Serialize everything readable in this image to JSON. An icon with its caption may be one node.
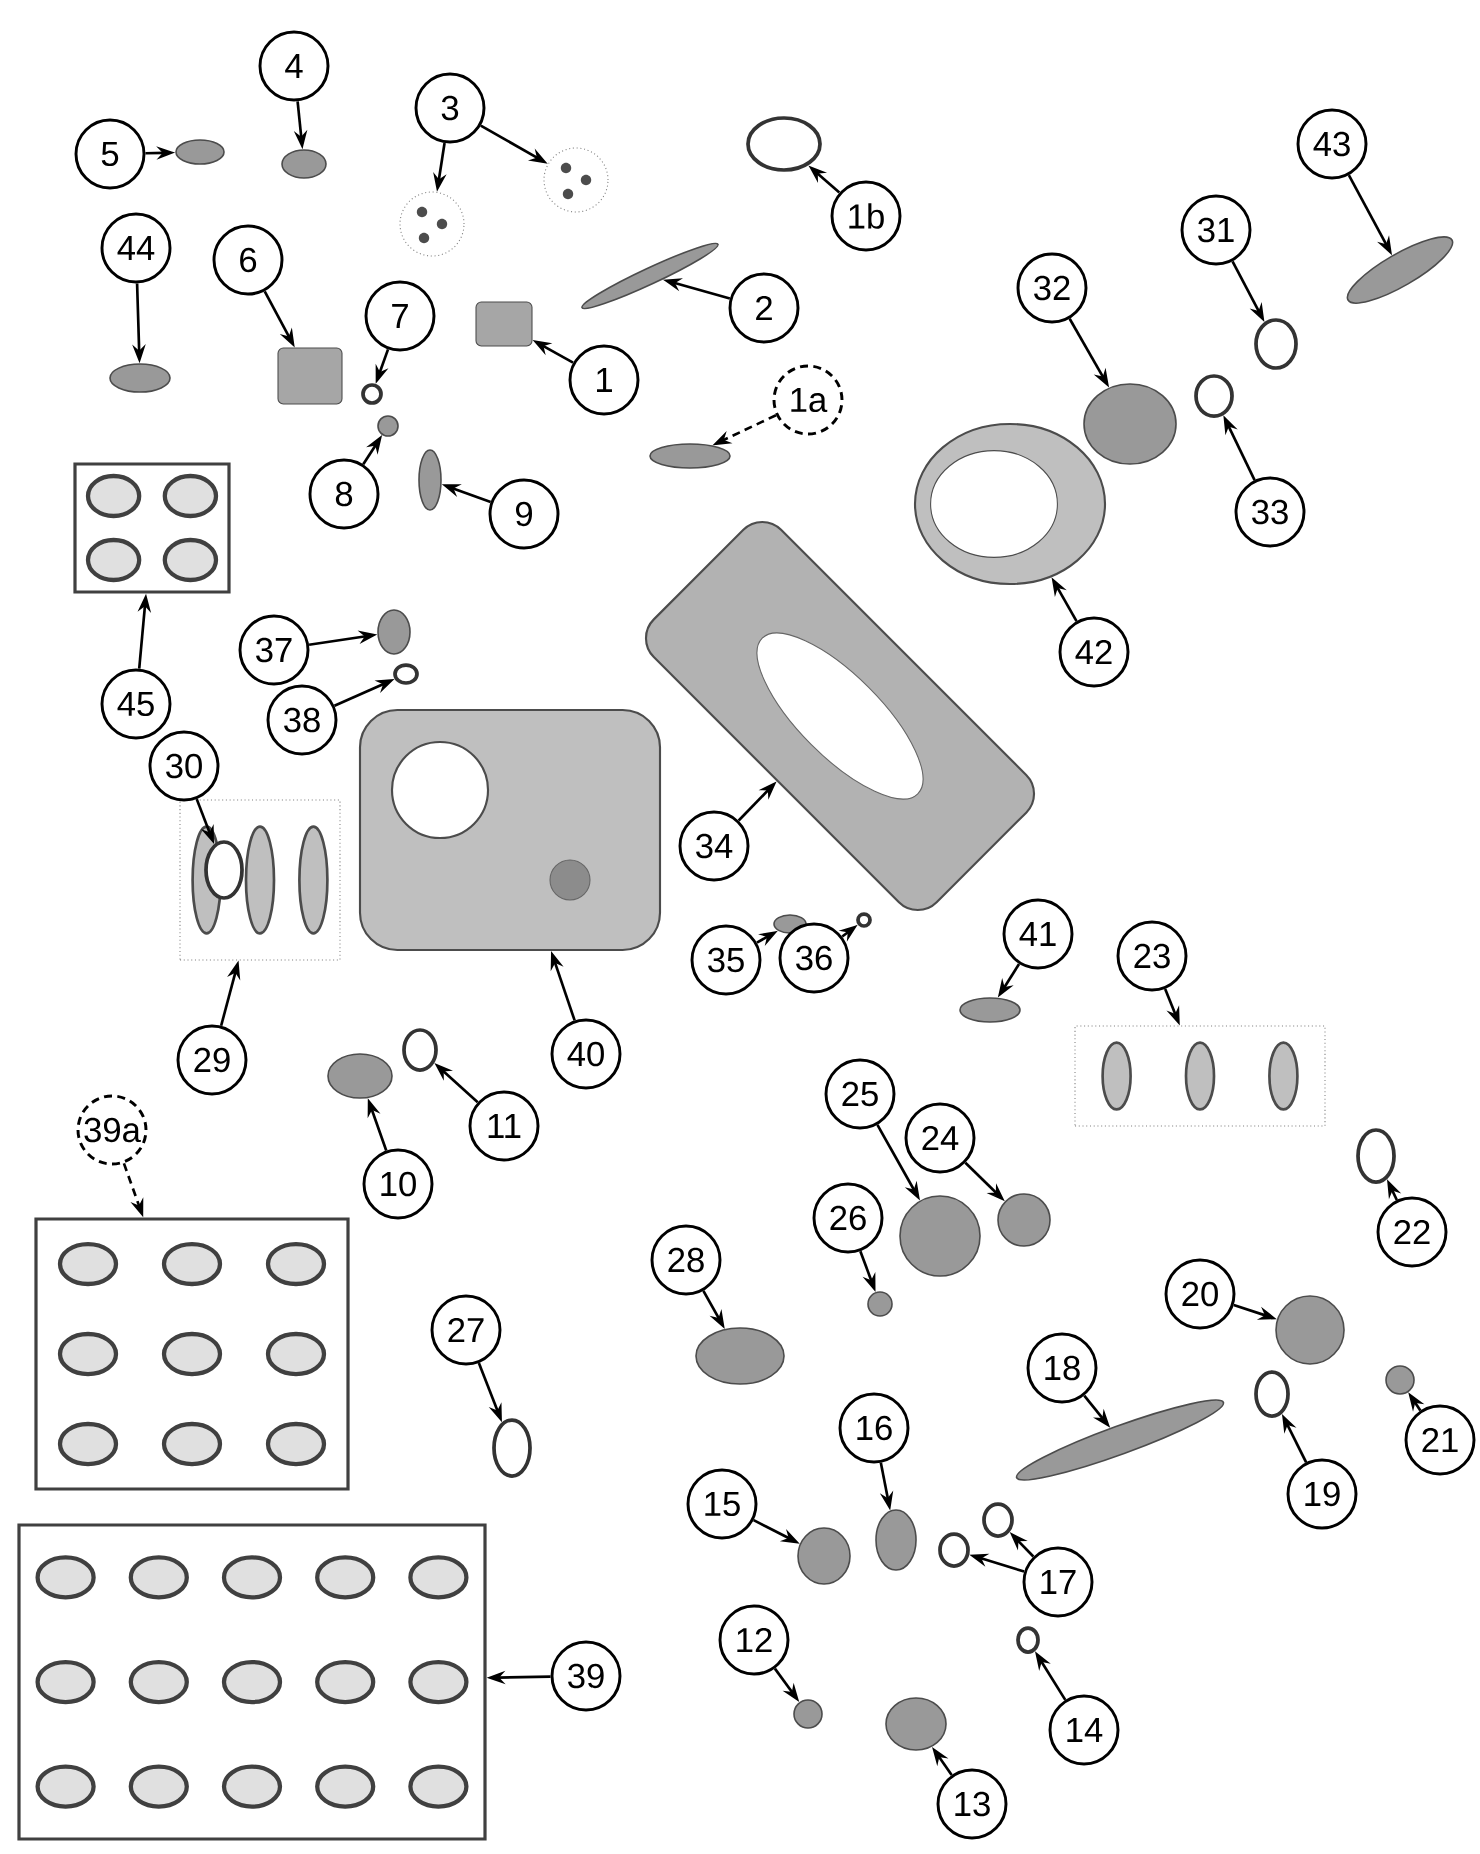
{
  "diagram": {
    "nodes": [
      {
        "text": [
          "4"
        ]
      },
      {
        "text": [],
        "shape": "circle"
      },
      {
        "text": [
          "5"
        ]
      },
      {
        "text": [],
        "shape": "circle"
      },
      {
        "text": [
          "3"
        ]
      },
      {
        "text": [],
        "shape": "picture"
      },
      {
        "text": [],
        "shape": "picture"
      },
      {
        "text": [
          "44"
        ]
      },
      {
        "text": [],
        "shape": "circle"
      },
      {
        "text": [
          "6"
        ]
      },
      {
        "text": [],
        "shape": "box"
      },
      {
        "text": [
          "1b"
        ]
      },
      {
        "text": [],
        "shape": "circle"
      },
      {
        "text": [
          "43"
        ]
      },
      {
        "text": [],
        "shape": "circle"
      },
      {
        "text": [
          "2"
        ]
      },
      {
        "text": [],
        "shape": "circle"
      },
      {
        "text": [
          "7"
        ]
      },
      {
        "text": [],
        "shape": "circle"
      },
      {
        "text": [
          "1"
        ]
      },
      {
        "text": [],
        "shape": "box"
      },
      {
        "text": [
          "31"
        ]
      },
      {
        "text": [],
        "shape": "circle"
      },
      {
        "text": [
          "32"
        ]
      },
      {
        "text": [],
        "shape": "circle"
      },
      {
        "text": [
          "1a"
        ]
      },
      {
        "text": [],
        "shape": "circle"
      },
      {
        "text": [
          "8"
        ]
      },
      {
        "text": [],
        "shape": "circle"
      },
      {
        "text": [
          "9"
        ]
      },
      {
        "text": [],
        "shape": "circle"
      },
      {
        "text": [
          "33"
        ]
      },
      {
        "text": [],
        "shape": "circle"
      },
      {
        "text": [
          "45"
        ]
      },
      {
        "text": [],
        "shape": "picture"
      },
      {
        "text": [
          "37"
        ]
      },
      {
        "text": [],
        "shape": "circle"
      },
      {
        "text": [
          "38"
        ]
      },
      {
        "text": [],
        "shape": "circle"
      },
      {
        "text": [
          "42"
        ]
      },
      {
        "text": [],
        "shape": "picture"
      },
      {
        "text": [
          "29"
        ]
      },
      {
        "text": [],
        "shape": "picture"
      },
      {
        "text": [
          "30"
        ]
      },
      {
        "text": [],
        "shape": "circle",
        "in": 42
      },
      {
        "text": [
          "34"
        ]
      },
      {
        "text": [],
        "shape": "picture"
      },
      {
        "text": [
          "40"
        ]
      },
      {
        "text": [],
        "shape": "picture"
      },
      {
        "text": [
          "35"
        ]
      },
      {
        "text": [],
        "shape": "circle"
      },
      {
        "text": [
          "36"
        ]
      },
      {
        "text": [],
        "shape": "circle"
      },
      {
        "text": [
          "41"
        ]
      },
      {
        "text": [],
        "shape": "circle"
      },
      {
        "text": [
          "23"
        ]
      },
      {
        "text": [],
        "shape": "picture"
      },
      {
        "text": [
          "10"
        ]
      },
      {
        "text": [],
        "shape": "circle"
      },
      {
        "text": [
          "11"
        ]
      },
      {
        "text": [],
        "shape": "circle"
      },
      {
        "text": [
          "39a"
        ]
      },
      {
        "text": [],
        "shape": "picture"
      },
      {
        "text": [
          "25"
        ]
      },
      {
        "text": [],
        "shape": "circle"
      },
      {
        "text": [
          "24"
        ]
      },
      {
        "text": [],
        "shape": "circle"
      },
      {
        "text": [
          "22"
        ]
      },
      {
        "text": [],
        "shape": "circle"
      },
      {
        "text": [
          "26"
        ]
      },
      {
        "text": [],
        "shape": "circle"
      },
      {
        "text": [
          "28"
        ]
      },
      {
        "text": [],
        "shape": "circle"
      },
      {
        "text": [
          "20"
        ]
      },
      {
        "text": [],
        "shape": "circle"
      },
      {
        "text": [
          "27"
        ]
      },
      {
        "text": [],
        "shape": "circle"
      },
      {
        "text": [
          "18"
        ]
      },
      {
        "text": [],
        "shape": "circle"
      },
      {
        "text": [
          "21"
        ]
      },
      {
        "text": [],
        "shape": "circle"
      },
      {
        "text": [
          "19"
        ]
      },
      {
        "text": [],
        "shape": "circle"
      },
      {
        "text": [
          "16"
        ]
      },
      {
        "text": [],
        "shape": "circle"
      },
      {
        "text": [
          "15"
        ]
      },
      {
        "text": [],
        "shape": "circle"
      },
      {
        "text": [
          "17"
        ]
      },
      {
        "text": [],
        "shape": "circle"
      },
      {
        "text": [],
        "shape": "circle"
      },
      {
        "text": [
          "39"
        ]
      },
      {
        "text": [],
        "shape": "picture"
      },
      {
        "text": [
          "12"
        ]
      },
      {
        "text": [],
        "shape": "circle"
      },
      {
        "text": [
          "14"
        ]
      },
      {
        "text": [],
        "shape": "circle"
      },
      {
        "text": [
          "13"
        ]
      },
      {
        "text": [],
        "shape": "circle"
      }
    ],
    "edges": [
      {
        "from": 0,
        "to": 1,
        "arrow": "to"
      },
      {
        "from": 2,
        "to": 3,
        "arrow": "to"
      },
      {
        "from": 4,
        "to": 5,
        "arrow": "to"
      },
      {
        "from": 4,
        "to": 6,
        "arrow": "to"
      },
      {
        "from": 7,
        "to": 8,
        "arrow": "to"
      },
      {
        "from": 9,
        "to": 10,
        "arrow": "to"
      },
      {
        "from": 11,
        "to": 12,
        "arrow": "to"
      },
      {
        "from": 13,
        "to": 14,
        "arrow": "to"
      },
      {
        "from": 15,
        "to": 16,
        "arrow": "to"
      },
      {
        "from": 17,
        "to": 18,
        "arrow": "to"
      },
      {
        "from": 19,
        "to": 20,
        "arrow": "to"
      },
      {
        "from": 21,
        "to": 22,
        "arrow": "to"
      },
      {
        "from": 23,
        "to": 24,
        "arrow": "to"
      },
      {
        "from": 25,
        "to": 26,
        "arrow": "to",
        "style": "dashed"
      },
      {
        "from": 27,
        "to": 28,
        "arrow": "to"
      },
      {
        "from": 29,
        "to": 30,
        "arrow": "to"
      },
      {
        "from": 31,
        "to": 32,
        "arrow": "to"
      },
      {
        "from": 33,
        "to": 34,
        "arrow": "to"
      },
      {
        "from": 35,
        "to": 36,
        "arrow": "to"
      },
      {
        "from": 37,
        "to": 38,
        "arrow": "to"
      },
      {
        "from": 39,
        "to": 40,
        "arrow": "to"
      },
      {
        "from": 41,
        "to": 42,
        "arrow": "to"
      },
      {
        "from": 43,
        "to": 44,
        "arrow": "to"
      },
      {
        "from": 45,
        "to": 46,
        "arrow": "to"
      },
      {
        "from": 47,
        "to": 48,
        "arrow": "to"
      },
      {
        "from": 49,
        "to": 50,
        "arrow": "to"
      },
      {
        "from": 51,
        "to": 52,
        "arrow": "to"
      },
      {
        "from": 53,
        "to": 54,
        "arrow": "to"
      },
      {
        "from": 55,
        "to": 56,
        "arrow": "to"
      },
      {
        "from": 57,
        "to": 58,
        "arrow": "to"
      },
      {
        "from": 59,
        "to": 60,
        "arrow": "to"
      },
      {
        "from": 61,
        "to": 62,
        "arrow": "to",
        "style": "dashed"
      },
      {
        "from": 63,
        "to": 64,
        "arrow": "to"
      },
      {
        "from": 65,
        "to": 66,
        "arrow": "to"
      },
      {
        "from": 67,
        "to": 68,
        "arrow": "to"
      },
      {
        "from": 69,
        "to": 70,
        "arrow": "to"
      },
      {
        "from": 71,
        "to": 72,
        "arrow": "to"
      },
      {
        "from": 73,
        "to": 74,
        "arrow": "to"
      },
      {
        "from": 75,
        "to": 76,
        "arrow": "to"
      },
      {
        "from": 77,
        "to": 78,
        "arrow": "to"
      },
      {
        "from": 79,
        "to": 80,
        "arrow": "to"
      },
      {
        "from": 81,
        "to": 82,
        "arrow": "to"
      },
      {
        "from": 83,
        "to": 84,
        "arrow": "to"
      },
      {
        "from": 85,
        "to": 86,
        "arrow": "to"
      },
      {
        "from": 87,
        "to": 88,
        "arrow": "to"
      },
      {
        "from": 87,
        "to": 89,
        "arrow": "to"
      },
      {
        "from": 90,
        "to": 91,
        "arrow": "to"
      },
      {
        "from": 92,
        "to": 93,
        "arrow": "to"
      },
      {
        "from": 94,
        "to": 95,
        "arrow": "to"
      },
      {
        "from": 96,
        "to": 97,
        "arrow": "to"
      }
    ]
  }
}
